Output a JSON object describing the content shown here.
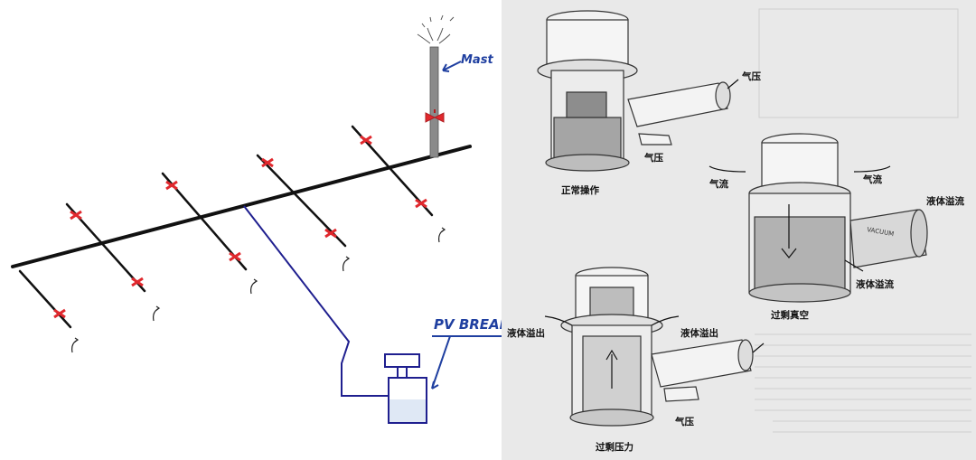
{
  "left_panel": {
    "mast_label": "Mast",
    "pv_label": "PV BREAK",
    "colors": {
      "pipe": "#111111",
      "valve": "#e0282d",
      "link": "#1f1f8f",
      "mast": "#8a8a8a",
      "tank_fill": "#dfe8f5"
    }
  },
  "right_panel": {
    "top": {
      "label": "正常操作",
      "gas_pressure_1": "气压",
      "gas_pressure_2": "气压"
    },
    "middle": {
      "label": "过剩真空",
      "gas_flow_1": "气流",
      "gas_flow_2": "气流",
      "liquid_seal_1": "液体溢流",
      "liquid_seal_2": "液体溢流",
      "tag": "VACUUM"
    },
    "bottom": {
      "label": "过剩压力",
      "liquid_out_1": "液体溢出",
      "liquid_out_2": "液体溢出",
      "gas_pressure": "气压"
    }
  }
}
